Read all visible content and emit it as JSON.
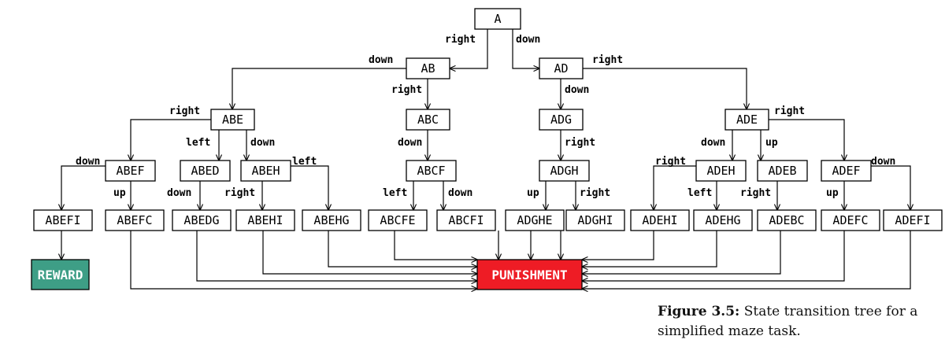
{
  "nodes": [
    {
      "id": "A",
      "label": "A"
    },
    {
      "id": "AB",
      "label": "AB"
    },
    {
      "id": "AD",
      "label": "AD"
    },
    {
      "id": "ABE",
      "label": "ABE"
    },
    {
      "id": "ABC",
      "label": "ABC"
    },
    {
      "id": "ADG",
      "label": "ADG"
    },
    {
      "id": "ADE",
      "label": "ADE"
    },
    {
      "id": "ABEF",
      "label": "ABEF"
    },
    {
      "id": "ABED",
      "label": "ABED"
    },
    {
      "id": "ABEH",
      "label": "ABEH"
    },
    {
      "id": "ABCF",
      "label": "ABCF"
    },
    {
      "id": "ADGH",
      "label": "ADGH"
    },
    {
      "id": "ADEH",
      "label": "ADEH"
    },
    {
      "id": "ADEB",
      "label": "ADEB"
    },
    {
      "id": "ADEF",
      "label": "ADEF"
    },
    {
      "id": "ABEFI",
      "label": "ABEFI"
    },
    {
      "id": "ABEFC",
      "label": "ABEFC"
    },
    {
      "id": "ABEDG",
      "label": "ABEDG"
    },
    {
      "id": "ABEHI",
      "label": "ABEHI"
    },
    {
      "id": "ABEHG",
      "label": "ABEHG"
    },
    {
      "id": "ABCFE",
      "label": "ABCFE"
    },
    {
      "id": "ABCFI",
      "label": "ABCFI"
    },
    {
      "id": "ADGHE",
      "label": "ADGHE"
    },
    {
      "id": "ADGHI",
      "label": "ADGHI"
    },
    {
      "id": "ADEHI",
      "label": "ADEHI"
    },
    {
      "id": "ADEHG",
      "label": "ADEHG"
    },
    {
      "id": "ADEBC",
      "label": "ADEBC"
    },
    {
      "id": "ADEFC",
      "label": "ADEFC"
    },
    {
      "id": "ADEFI",
      "label": "ADEFI"
    }
  ],
  "terminals": {
    "reward": {
      "label": "REWARD",
      "color": "#3e9e86"
    },
    "punishment": {
      "label": "PUNISHMENT",
      "color": "#ee1c25"
    }
  },
  "edges": [
    {
      "from": "A",
      "to": "AB",
      "label": "right"
    },
    {
      "from": "A",
      "to": "AD",
      "label": "down"
    },
    {
      "from": "AB",
      "to": "ABE",
      "label": "down"
    },
    {
      "from": "AB",
      "to": "ABC",
      "label": "right"
    },
    {
      "from": "AD",
      "to": "ADG",
      "label": "down"
    },
    {
      "from": "AD",
      "to": "ADE",
      "label": "right"
    },
    {
      "from": "ABE",
      "to": "ABEF",
      "label": "right"
    },
    {
      "from": "ABE",
      "to": "ABED",
      "label": "left"
    },
    {
      "from": "ABE",
      "to": "ABEH",
      "label": "down"
    },
    {
      "from": "ABC",
      "to": "ABCF",
      "label": "down"
    },
    {
      "from": "ADG",
      "to": "ADGH",
      "label": "right"
    },
    {
      "from": "ADE",
      "to": "ADEH",
      "label": "down"
    },
    {
      "from": "ADE",
      "to": "ADEB",
      "label": "up"
    },
    {
      "from": "ADE",
      "to": "ADEF",
      "label": "right"
    },
    {
      "from": "ABEF",
      "to": "ABEFI",
      "label": "down"
    },
    {
      "from": "ABEF",
      "to": "ABEFC",
      "label": "up"
    },
    {
      "from": "ABED",
      "to": "ABEDG",
      "label": "down"
    },
    {
      "from": "ABEH",
      "to": "ABEHI",
      "label": "right"
    },
    {
      "from": "ABEH",
      "to": "ABEHG",
      "label": "left"
    },
    {
      "from": "ABCF",
      "to": "ABCFE",
      "label": "left"
    },
    {
      "from": "ABCF",
      "to": "ABCFI",
      "label": "down"
    },
    {
      "from": "ADGH",
      "to": "ADGHE",
      "label": "up"
    },
    {
      "from": "ADGH",
      "to": "ADGHI",
      "label": "right"
    },
    {
      "from": "ADEH",
      "to": "ADEHI",
      "label": "right"
    },
    {
      "from": "ADEH",
      "to": "ADEHG",
      "label": "left"
    },
    {
      "from": "ADEB",
      "to": "ADEBC",
      "label": "right"
    },
    {
      "from": "ADEF",
      "to": "ADEFC",
      "label": "up"
    },
    {
      "from": "ADEF",
      "to": "ADEFI",
      "label": "down"
    },
    {
      "from": "ABEFI",
      "to": "reward",
      "label": ""
    },
    {
      "from": "ABEFC",
      "to": "punishment",
      "label": ""
    },
    {
      "from": "ABEDG",
      "to": "punishment",
      "label": ""
    },
    {
      "from": "ABEHI",
      "to": "punishment",
      "label": ""
    },
    {
      "from": "ABEHG",
      "to": "punishment",
      "label": ""
    },
    {
      "from": "ABCFE",
      "to": "punishment",
      "label": ""
    },
    {
      "from": "ABCFI",
      "to": "punishment",
      "label": ""
    },
    {
      "from": "ADGHE",
      "to": "punishment",
      "label": ""
    },
    {
      "from": "ADGHI",
      "to": "punishment",
      "label": ""
    },
    {
      "from": "ADEHI",
      "to": "punishment",
      "label": ""
    },
    {
      "from": "ADEHG",
      "to": "punishment",
      "label": ""
    },
    {
      "from": "ADEBC",
      "to": "punishment",
      "label": ""
    },
    {
      "from": "ADEFC",
      "to": "punishment",
      "label": ""
    },
    {
      "from": "ADEFI",
      "to": "punishment",
      "label": ""
    }
  ],
  "caption": {
    "prefix": "Figure 3.5:",
    "text": " State transition tree for a simplified maze task."
  }
}
